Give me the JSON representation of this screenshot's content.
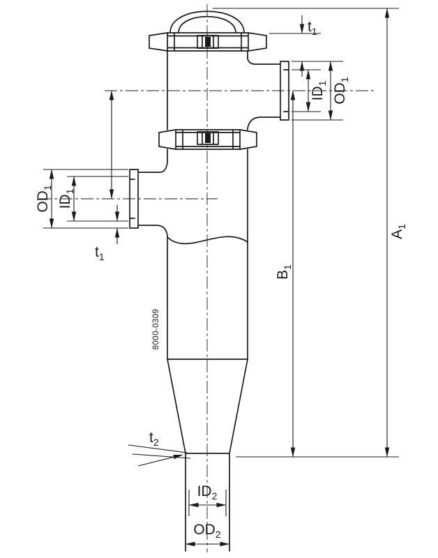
{
  "drawing": {
    "part_number": "8000-0309",
    "colors": {
      "line": "#1a1a1a",
      "background": "#ffffff"
    },
    "labels": {
      "t1_top": {
        "main": "t",
        "sub": "1"
      },
      "id1_right": {
        "main": "ID",
        "sub": "1"
      },
      "od1_right": {
        "main": "OD",
        "sub": "1"
      },
      "a1": {
        "main": "A",
        "sub": "1"
      },
      "b1": {
        "main": "B",
        "sub": "1"
      },
      "od1_left": {
        "main": "OD",
        "sub": "1"
      },
      "id1_left": {
        "main": "ID",
        "sub": "1"
      },
      "t1_left": {
        "main": "t",
        "sub": "1"
      },
      "t2": {
        "main": "t",
        "sub": "2"
      },
      "id2": {
        "main": "ID",
        "sub": "2"
      },
      "od2": {
        "main": "OD",
        "sub": "2"
      }
    }
  }
}
